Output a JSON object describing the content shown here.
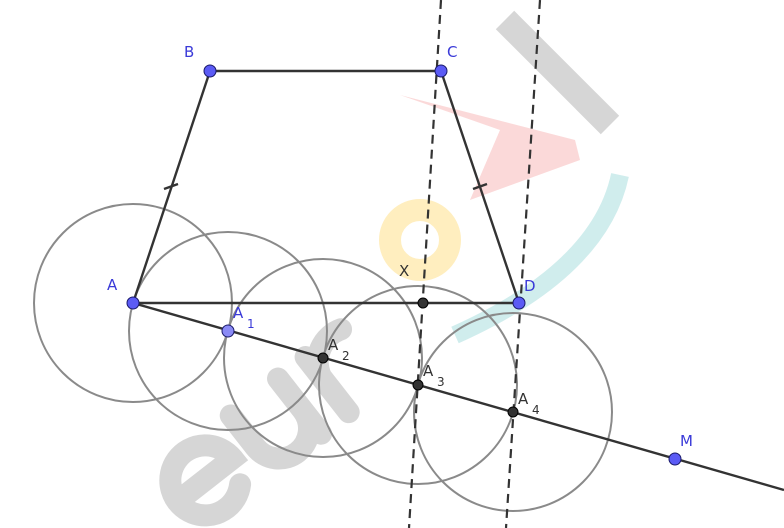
{
  "diagram": {
    "points": {
      "A": {
        "name": "A"
      },
      "B": {
        "name": "B"
      },
      "C": {
        "name": "C"
      },
      "D": {
        "name": "D"
      },
      "X": {
        "name": "X"
      },
      "A1": {
        "name": "A",
        "sub": "1"
      },
      "A2": {
        "name": "A",
        "sub": "2"
      },
      "A3": {
        "name": "A",
        "sub": "3"
      },
      "A4": {
        "name": "A",
        "sub": "4"
      },
      "M": {
        "name": "M"
      }
    },
    "watermark": "euroki",
    "colors": {
      "free_point": "#5b5bf5",
      "dependent_point": "#333333",
      "line": "#333333",
      "circle": "#8a8a8a"
    }
  }
}
